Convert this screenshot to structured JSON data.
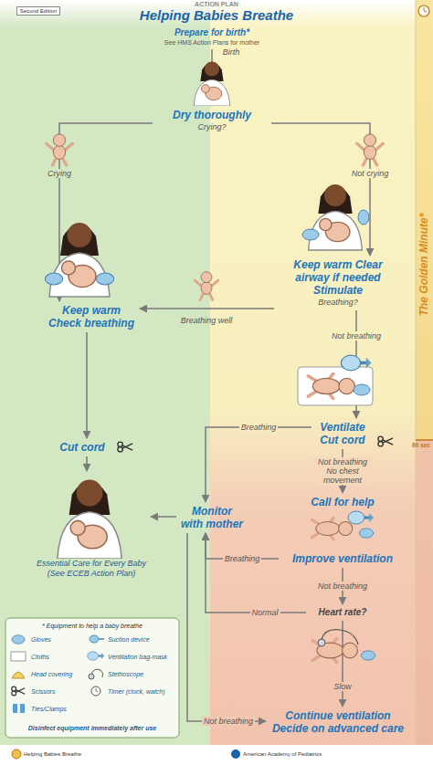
{
  "diagram": {
    "title": "Helping Babies Breathe",
    "nodes": [
      {
        "text": [
          "Prepare for birth*",
          "See HMS Action Plans for mother"
        ]
      },
      {
        "text": [
          "Dry thoroughly",
          "Crying?"
        ]
      },
      {
        "text": [
          "Keep warm Clear airway if needed Stimulate",
          "Breathing?"
        ]
      },
      {
        "text": [
          "Keep warm Check breathing"
        ]
      },
      {
        "text": [
          "Ventilate Cut cord"
        ]
      },
      {
        "text": [
          "Cut cord"
        ]
      },
      {
        "text": [
          "Monitor with mother"
        ]
      },
      {
        "text": [
          "Call for help",
          "Improve ventilation"
        ]
      },
      {
        "text": [
          "Heart rate?"
        ]
      },
      {
        "text": [
          "Continue ventilation Decide on advanced care"
        ]
      },
      {
        "text": [
          "Essential Care for Every Baby (See ECEB Action Plan)"
        ]
      }
    ],
    "edges": [
      {
        "from": 0,
        "to": 1,
        "label": "Birth",
        "arrow": "to"
      },
      {
        "from": 1,
        "to": 3,
        "label": "Crying",
        "arrow": "to"
      },
      {
        "from": 1,
        "to": 2,
        "label": "Not crying",
        "arrow": "to"
      },
      {
        "from": 2,
        "to": 3,
        "label": "Breathing well",
        "arrow": "to"
      },
      {
        "from": 2,
        "to": 4,
        "label": "Not breathing",
        "arrow": "to"
      },
      {
        "from": 3,
        "to": 5,
        "arrow": "to"
      },
      {
        "from": 5,
        "to": 10,
        "arrow": "to"
      },
      {
        "from": 4,
        "to": 6,
        "label": "Breathing",
        "arrow": "to"
      },
      {
        "from": 4,
        "to": 7,
        "label": "Not breathing No chest movement",
        "arrow": "to"
      },
      {
        "from": 7,
        "to": 6,
        "label": "Breathing",
        "arrow": "to"
      },
      {
        "from": 7,
        "to": 8,
        "label": "Not breathing",
        "arrow": "to"
      },
      {
        "from": 8,
        "to": 6,
        "label": "Normal",
        "arrow": "to"
      },
      {
        "from": 8,
        "to": 9,
        "label": "Slow",
        "arrow": "to"
      },
      {
        "from": 6,
        "to": 10,
        "arrow": "to"
      },
      {
        "from": 6,
        "to": 9,
        "label": "Not breathing",
        "arrow": "to"
      }
    ],
    "labels": [
      "ACTION PLAN",
      "Second Edition",
      "The Golden Minute*",
      "60 sec",
      "* Equipment to help a baby breathe",
      "Disinfect equipment immediately after use",
      "Helping Babies Breathe",
      "American Academy of Pediatrics"
    ],
    "legend": [
      {
        "text": "Gloves"
      },
      {
        "text": "Suction device"
      },
      {
        "text": "Cloths"
      },
      {
        "text": "Ventilation bag-mask"
      },
      {
        "text": "Head covering"
      },
      {
        "text": "Stethoscope"
      },
      {
        "text": "Scissors"
      },
      {
        "text": "Timer (clock, watch)"
      },
      {
        "text": "Ties/Clamps"
      }
    ]
  }
}
